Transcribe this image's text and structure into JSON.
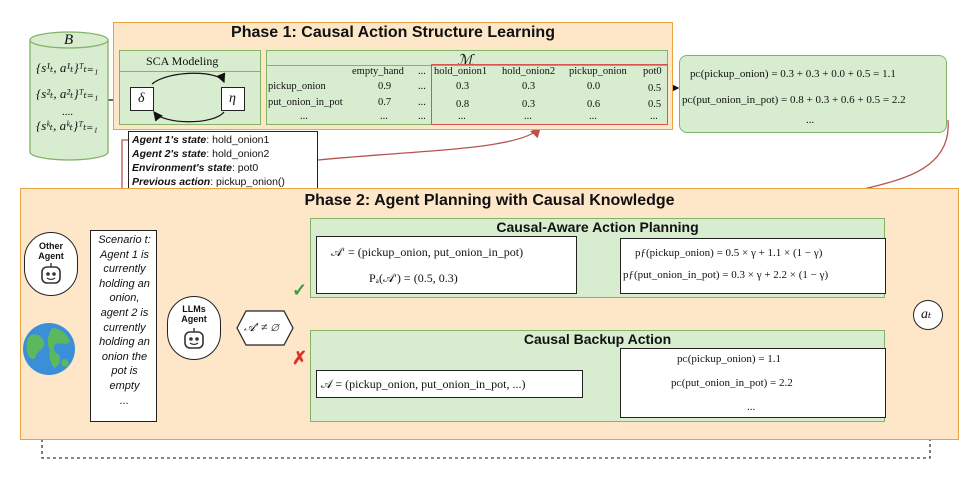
{
  "buffer": {
    "label": "B",
    "rows": [
      "{s¹ₜ, a¹ₜ}ᵀₜ₌₁",
      "{s²ₜ, a²ₜ}ᵀₜ₌₁",
      "....",
      "{sᵏₜ, aᵏₜ}ᵀₜ₌₁"
    ]
  },
  "phase1": {
    "title": "Phase 1: Causal Action Structure Learning",
    "sca_title": "SCA Modeling",
    "delta": "δ",
    "eta": "η",
    "matrix_title": "ℳ",
    "columns": [
      "empty_hand",
      "...",
      "hold_onion1",
      "hold_onion2",
      "pickup_onion",
      "pot0"
    ],
    "rows": [
      {
        "label": "pickup_onion",
        "values": [
          "0.9",
          "...",
          "0.3",
          "0.3",
          "0.0",
          "0.5"
        ]
      },
      {
        "label": "put_onion_in_pot",
        "values": [
          "0.7",
          "...",
          "0.8",
          "0.3",
          "0.6",
          "0.5"
        ]
      },
      {
        "label": "...",
        "values": [
          "...",
          "...",
          "...",
          "...",
          "...",
          "..."
        ]
      }
    ],
    "scores": [
      "pᴄ(pickup_onion) = 0.3 + 0.3 + 0.0 + 0.5 = 1.1",
      "pᴄ(put_onion_in_pot) = 0.8 + 0.3 + 0.6 + 0.5 = 2.2",
      "..."
    ]
  },
  "state": {
    "lines": [
      {
        "key": "Agent 1's state",
        "value": ": hold_onion1"
      },
      {
        "key": "Agent 2's state",
        "value": ": hold_onion2"
      },
      {
        "key": "Environment's state",
        "value": ": pot0"
      },
      {
        "key": "Previous action",
        "value": ": pickup_onion()"
      }
    ]
  },
  "phase2": {
    "title": "Phase 2: Agent Planning with Causal Knowledge",
    "other_agent": "Other Agent",
    "llm_agent": "LLMs Agent",
    "scenario": [
      "Scenario t:",
      "Agent 1 is",
      "currently",
      "holding an",
      "onion,",
      "agent 2 is",
      "currently",
      "holding an",
      "onion the",
      "pot is",
      "empty",
      "..."
    ],
    "condition": "𝒜′ ≠ ∅",
    "check": "✓",
    "cross": "✗",
    "caap": {
      "title": "Causal-Aware Action Planning",
      "set": "𝒜′ = (pickup_onion, put_onion_in_pot)",
      "prob": "Pₐ(𝒜′) = (0.5, 0.3)",
      "final": [
        "pƒ(pickup_onion) = 0.5 × γ + 1.1 × (1 − γ)",
        "pƒ(put_onion_in_pot) = 0.3 × γ + 2.2 × (1 − γ)"
      ]
    },
    "backup": {
      "title": "Causal Backup Action",
      "set": "𝒜 = (pickup_onion, put_onion_in_pot, ...)",
      "scores": [
        "pᴄ(pickup_onion) = 1.1",
        "pᴄ(put_onion_in_pot) = 2.2",
        "..."
      ]
    },
    "action": "aₜ"
  }
}
